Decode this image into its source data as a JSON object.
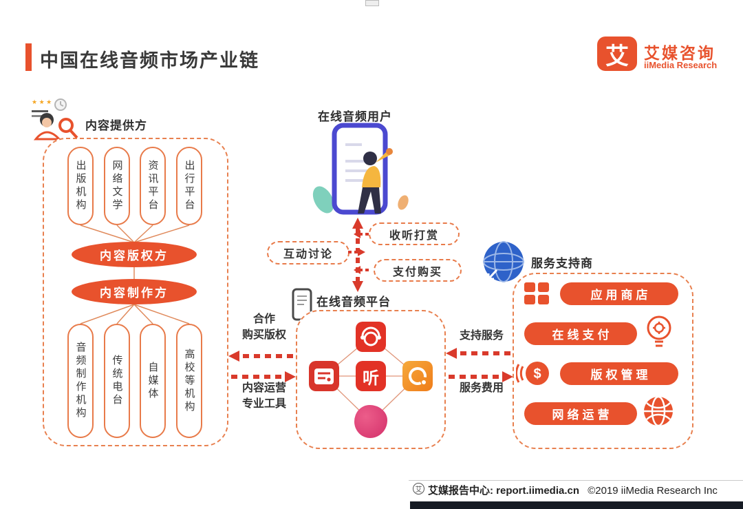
{
  "page": {
    "title": "中国在线音频市场产业链"
  },
  "brand": {
    "logo_char": "艾",
    "name_cn": "艾媒咨询",
    "name_en": "iiMedia Research"
  },
  "provider": {
    "label": "内容提供方",
    "upstream": [
      "出版机构",
      "网络文学",
      "资讯平台",
      "出行平台"
    ],
    "copyright": "内容版权方",
    "producer": "内容制作方",
    "downstream": [
      "音频制作机构",
      "传统电台",
      "自媒体",
      "高校等机构"
    ]
  },
  "user": {
    "label": "在线音频用户"
  },
  "flows": {
    "discussion": "互动讨论",
    "reward": "收听打赏",
    "purchase": "支付购买",
    "cooperate_line1": "合作",
    "cooperate_line2": "购买版权",
    "tools_line1": "内容运营",
    "tools_line2": "专业工具",
    "support": "支持服务",
    "fee": "服务费用"
  },
  "platform": {
    "label": "在线音频平台",
    "listen_char": "听"
  },
  "supporter": {
    "label": "服务支持商",
    "items": [
      "应用商店",
      "在线支付",
      "版权管理",
      "网络运营"
    ]
  },
  "footer": {
    "logo_char": "艾",
    "source": "艾媒报告中心: report.iimedia.cn",
    "copyright": "©2019  iiMedia Research Inc"
  }
}
